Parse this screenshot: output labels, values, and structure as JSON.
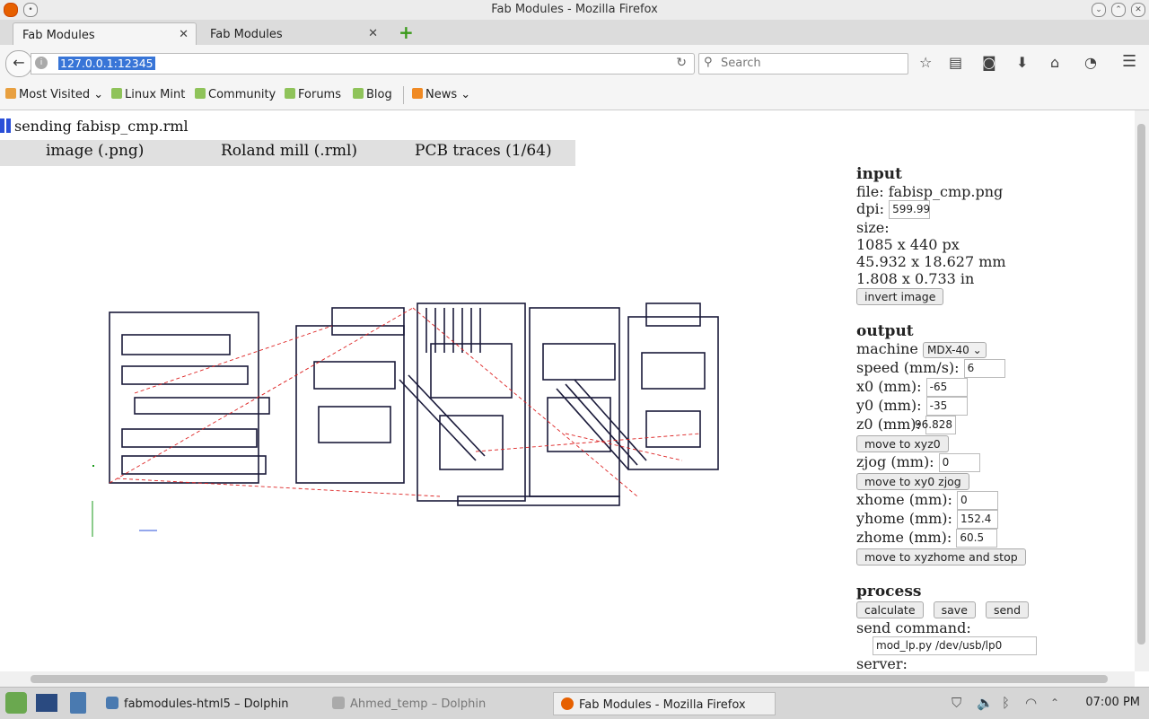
{
  "window": {
    "title": "Fab Modules - Mozilla Firefox"
  },
  "tabs": [
    {
      "label": "Fab Modules",
      "active": true
    },
    {
      "label": "Fab Modules",
      "active": false
    }
  ],
  "navbar": {
    "url": "127.0.0.1:12345",
    "search_placeholder": "Search",
    "icons": [
      "back-icon",
      "reload-icon",
      "search-icon",
      "star-icon",
      "reading-list-icon",
      "pocket-icon",
      "download-icon",
      "home-icon",
      "chat-icon",
      "menu-icon"
    ]
  },
  "bookmarks": [
    {
      "label": "Most Visited",
      "icon": "folder-icon",
      "dropdown": true
    },
    {
      "label": "Linux Mint",
      "icon": "mint-icon"
    },
    {
      "label": "Community",
      "icon": "mint-icon"
    },
    {
      "label": "Forums",
      "icon": "mint-icon"
    },
    {
      "label": "Blog",
      "icon": "mint-icon"
    },
    {
      "label": "News",
      "icon": "rss-icon",
      "dropdown": true
    }
  ],
  "page": {
    "status": "sending fabisp_cmp.rml",
    "modules": [
      "image (.png)",
      "Roland mill (.rml)",
      "PCB traces (1/64)"
    ]
  },
  "input_panel": {
    "heading": "input",
    "file": "file: fabisp_cmp.png",
    "dpi_label": "dpi:",
    "dpi_value": "599.99",
    "size_label": "size:",
    "size_px": "1085 x 440 px",
    "size_mm": "45.932 x 18.627 mm",
    "size_in": "1.808 x 0.733 in",
    "invert_button": "invert image"
  },
  "output_panel": {
    "heading": "output",
    "machine_label": "machine",
    "machine_value": "MDX-40",
    "speed_label": "speed (mm/s):",
    "speed_value": "6",
    "x0_label": "x0 (mm):",
    "x0_value": "-65",
    "y0_label": "y0 (mm):",
    "y0_value": "-35",
    "z0_label": "z0 (mm):",
    "z0_value": "96.828",
    "move_xyz0_button": "move to xyz0",
    "zjog_label": "zjog (mm):",
    "zjog_value": "0",
    "move_xy0_zjog_button": "move to xy0 zjog",
    "xhome_label": "xhome (mm):",
    "xhome_value": "0",
    "yhome_label": "yhome (mm):",
    "yhome_value": "152.4",
    "zhome_label": "zhome (mm):",
    "zhome_value": "60.5",
    "move_home_button": "move to xyzhome and stop"
  },
  "process_panel": {
    "heading": "process",
    "calculate_button": "calculate",
    "save_button": "save",
    "send_button": "send",
    "send_command_label": "send command:",
    "send_command_value": "mod_lp.py /dev/usb/lp0",
    "server_label": "server:"
  },
  "taskbar": {
    "tasks": [
      {
        "label": "fabmodules-html5 – Dolphin",
        "active": false
      },
      {
        "label": "Ahmed_temp – Dolphin",
        "active": false,
        "dimmed": true
      },
      {
        "label": "Fab Modules - Mozilla Firefox",
        "active": true
      }
    ],
    "clock": "07:00 PM"
  }
}
